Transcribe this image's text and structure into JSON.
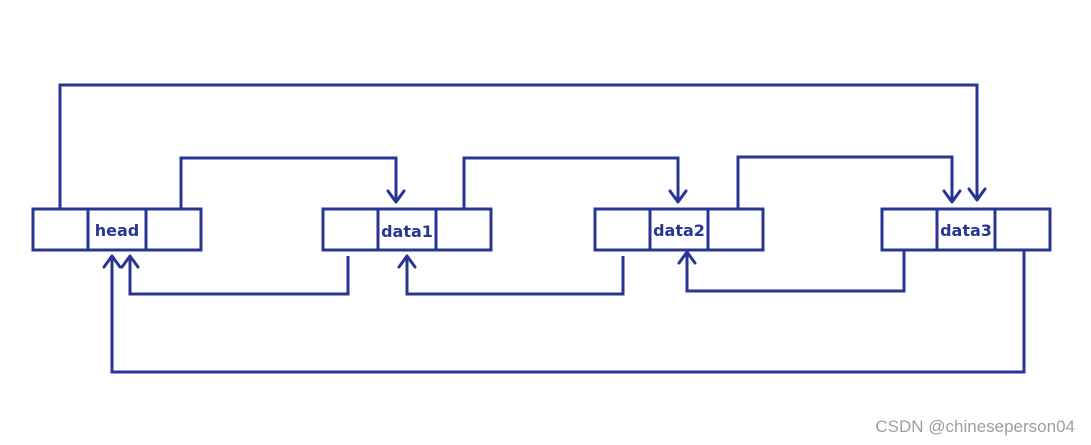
{
  "nodes": [
    {
      "id": "head",
      "label": "head"
    },
    {
      "id": "data1",
      "label": "data1"
    },
    {
      "id": "data2",
      "label": "data2"
    },
    {
      "id": "data3",
      "label": "data3"
    }
  ],
  "links": [
    {
      "from": "head",
      "to": "data1",
      "kind": "next"
    },
    {
      "from": "data1",
      "to": "data2",
      "kind": "next"
    },
    {
      "from": "data2",
      "to": "data3",
      "kind": "next"
    },
    {
      "from": "head",
      "to": "data3",
      "kind": "prev"
    },
    {
      "from": "data1",
      "to": "head",
      "kind": "prev"
    },
    {
      "from": "data2",
      "to": "data1",
      "kind": "prev"
    },
    {
      "from": "data3",
      "to": "data2",
      "kind": "prev"
    },
    {
      "from": "data3",
      "to": "head",
      "kind": "next"
    }
  ],
  "colors": {
    "stroke": "#283593",
    "watermark": "#9e9e9e",
    "background": "#ffffff"
  },
  "watermark": "CSDN @chineseperson04"
}
